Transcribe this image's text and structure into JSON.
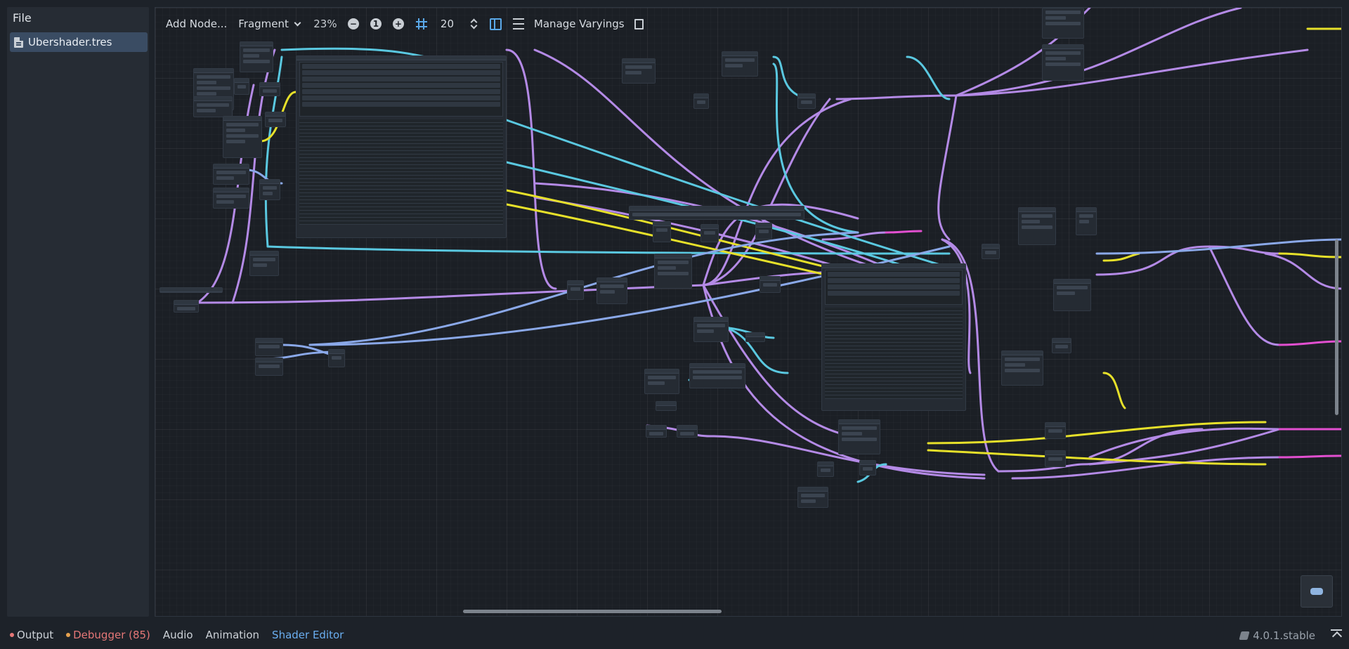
{
  "menu": {
    "file_label": "File"
  },
  "files": [
    {
      "name": "Ubershader.tres",
      "icon": "shader-file-icon"
    }
  ],
  "toolbar": {
    "add_node_label": "Add Node...",
    "shader_type": "Fragment",
    "zoom": "23%",
    "snap_value": "20",
    "manage_varyings_label": "Manage Varyings"
  },
  "bottom_tabs": {
    "output": "Output",
    "debugger": "Debugger (85)",
    "audio": "Audio",
    "animation": "Animation",
    "shader_editor": "Shader Editor"
  },
  "version": "4.0.1.stable",
  "colors": {
    "accent": "#6aaef0",
    "error": "#e57777",
    "wire_purple": "#b48ae6",
    "wire_cyan": "#5ac8e0",
    "wire_yellow": "#e6e02a",
    "wire_blue": "#8aa8e8",
    "wire_magenta": "#e24fd0"
  }
}
